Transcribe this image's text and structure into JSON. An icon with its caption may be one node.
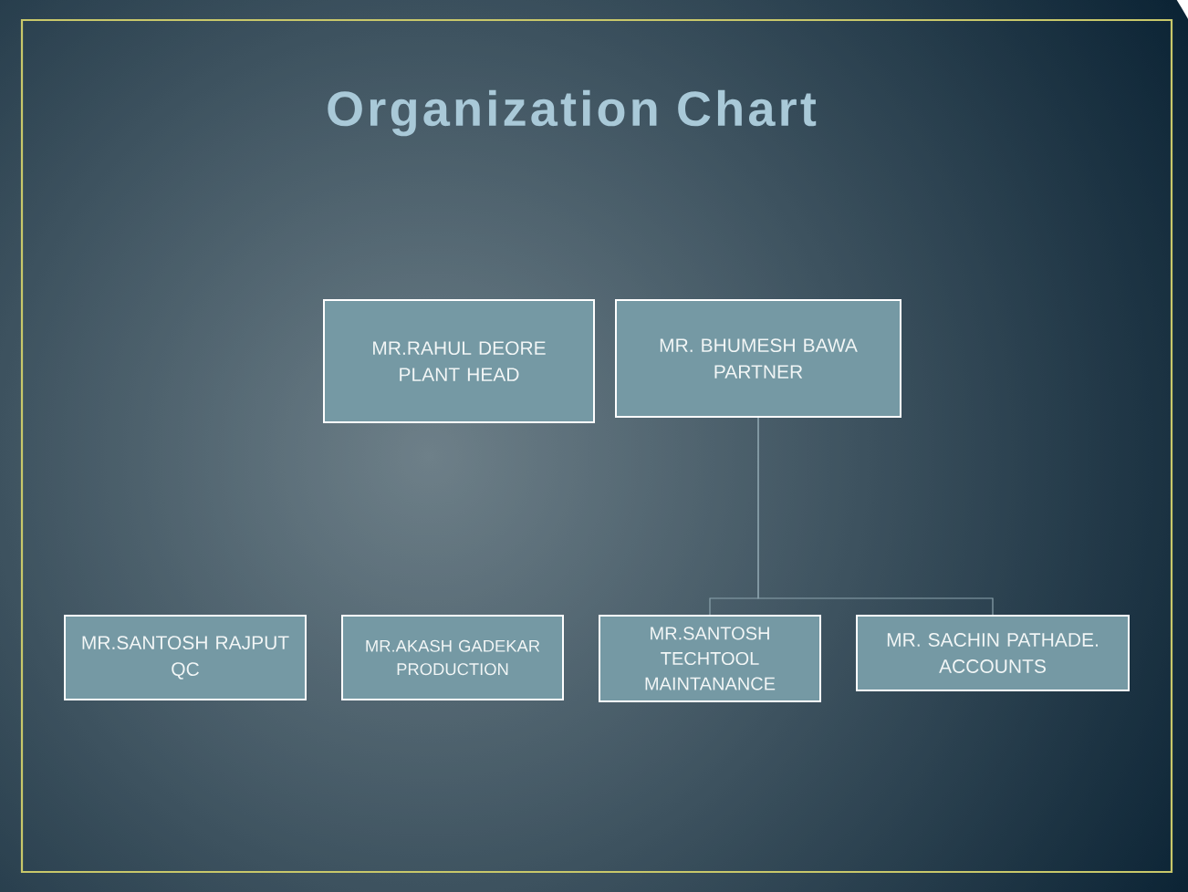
{
  "diagram": {
    "title": "Organization Chart",
    "nodes": [
      {
        "text": [
          "MR.RAHUL DEORE",
          "PLANT HEAD"
        ]
      },
      {
        "text": [
          "MR. BHUMESH BAWA",
          "PARTNER"
        ]
      },
      {
        "text": [
          "MR.SANTOSH RAJPUT",
          "QC"
        ]
      },
      {
        "text": [
          "MR.AKASH GADEKAR",
          "PRODUCTION"
        ]
      },
      {
        "text": [
          "MR.SANTOSH TECHTOOL",
          "MAINTANANCE"
        ]
      },
      {
        "text": [
          "MR. SACHIN PATHADE.",
          "ACCOUNTS"
        ]
      }
    ],
    "edges": [
      {
        "from": 1,
        "to": 4,
        "arrow": "none"
      },
      {
        "from": 1,
        "to": 5,
        "arrow": "none"
      }
    ]
  }
}
